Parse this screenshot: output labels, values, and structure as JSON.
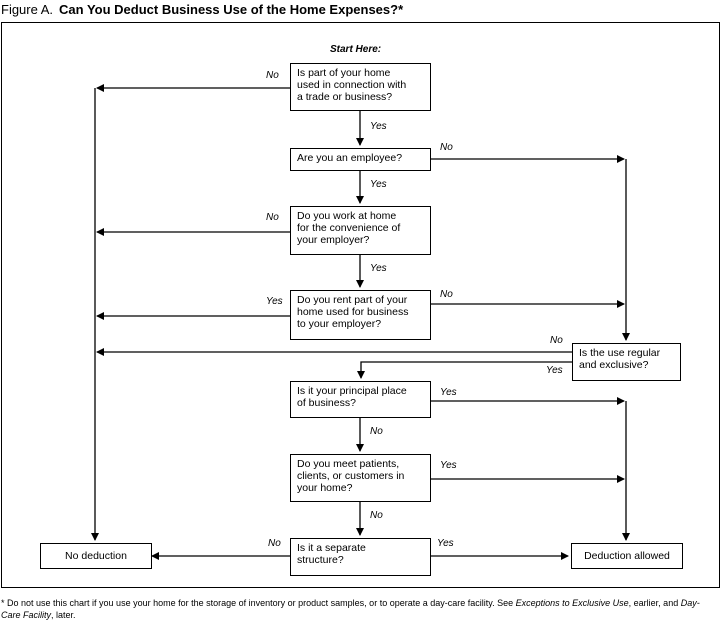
{
  "figure": {
    "label": "Figure A.",
    "title": "Can You Deduct Business Use of the Home Expenses?*"
  },
  "start_label": "Start Here:",
  "questions": {
    "q1": "Is part of your home\nused in connection with\na trade or business?",
    "q2": "Are you an employee?",
    "q3": "Do you work at home\nfor the convenience of\nyour employer?",
    "q4": "Do you rent part of your\nhome used for business\nto your employer?",
    "q5": "Is the use regular\nand exclusive?",
    "q6": "Is it your principal place\nof business?",
    "q7": "Do you meet patients,\nclients, or customers in\nyour home?",
    "q8": "Is it a separate\nstructure?"
  },
  "outcomes": {
    "no_deduction": "No deduction",
    "deduction_allowed": "Deduction allowed"
  },
  "edge_labels": {
    "yes": "Yes",
    "no": "No"
  },
  "footnote": {
    "part1": "* Do not use this chart if you use your home for the storage of inventory or product samples, or to operate a day-care facility. See ",
    "ref1": "Exceptions to Exclusive Use",
    "part2": ", earlier, and ",
    "ref2": "Day-Care Facility",
    "part3": ", later."
  }
}
